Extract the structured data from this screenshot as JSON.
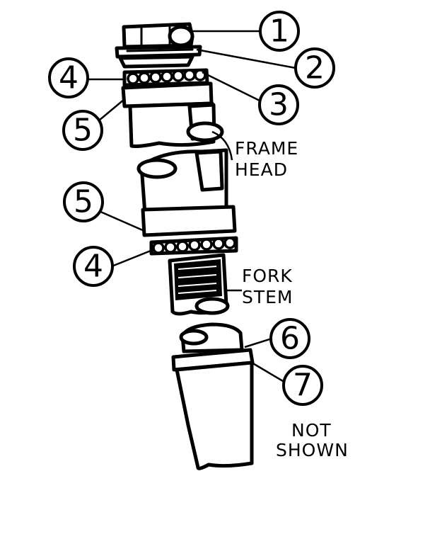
{
  "callouts": [
    {
      "id": "c1",
      "number": "1"
    },
    {
      "id": "c2",
      "number": "2"
    },
    {
      "id": "c3",
      "number": "3"
    },
    {
      "id": "c4a",
      "number": "4"
    },
    {
      "id": "c5a",
      "number": "5"
    },
    {
      "id": "c5b",
      "number": "5"
    },
    {
      "id": "c4b",
      "number": "4"
    },
    {
      "id": "c6",
      "number": "6"
    },
    {
      "id": "c7",
      "number": "7"
    }
  ],
  "labels": {
    "frame": "FRAME",
    "head": "HEAD",
    "fork": "FORK",
    "stem": "STEM",
    "not": "NOT",
    "shown": "SHOWN"
  },
  "colors": {
    "ink": "#000000",
    "paper": "#ffffff"
  }
}
